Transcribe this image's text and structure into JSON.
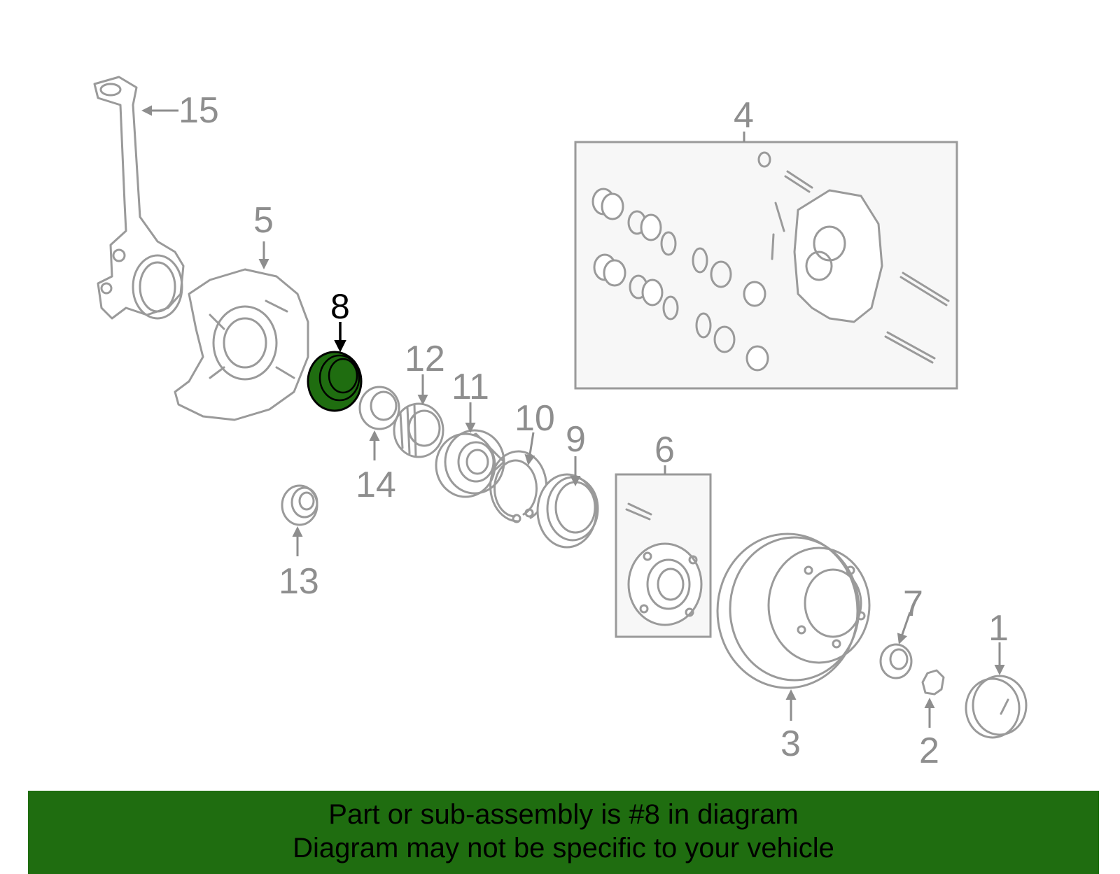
{
  "highlight": {
    "part_number": "8",
    "color": "#1f6d10"
  },
  "callouts": [
    "1",
    "2",
    "3",
    "4",
    "5",
    "6",
    "7",
    "9",
    "10",
    "11",
    "12",
    "13",
    "14",
    "15"
  ],
  "banner": {
    "line1": "Part or sub-assembly is #8 in diagram",
    "line2": "Diagram may not be specific to your vehicle",
    "color": "#1f6d10"
  }
}
